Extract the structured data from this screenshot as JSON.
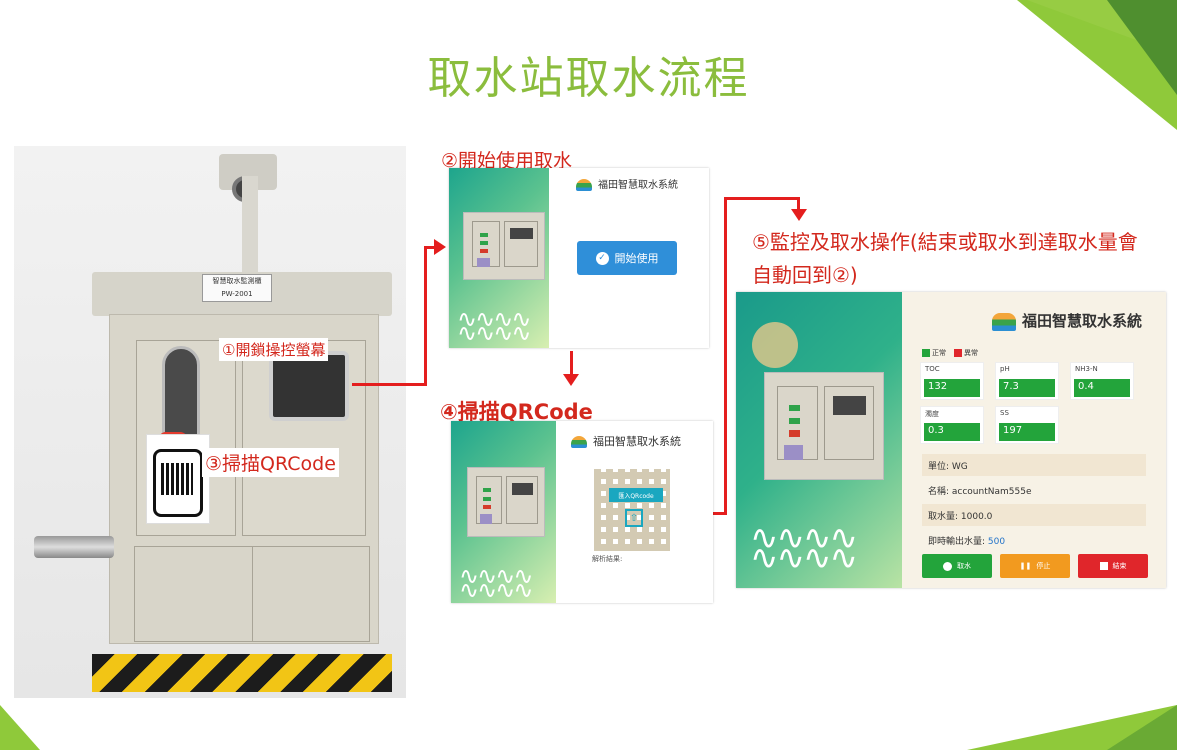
{
  "slide": {
    "title": "取水站取水流程"
  },
  "photo": {
    "plate_line1": "智慧取水監測櫃",
    "plate_line2": "PW-2001",
    "label_step1": "①開鎖操控螢幕",
    "label_step3": "③掃描QRCode"
  },
  "steps": {
    "step2": "②開始使用取水",
    "step4": "④掃描QRCode",
    "step5": "⑤監控及取水操作(結束或取水到達取水量會自動回到②)"
  },
  "app_start": {
    "system_name": "福田智慧取水系統",
    "start_button": "開始使用"
  },
  "app_scan": {
    "system_name": "福田智慧取水系統",
    "import_button": "匯入QRcode",
    "result_label": "解析結果:"
  },
  "app_monitor": {
    "system_name": "福田智慧取水系統",
    "legend": {
      "normal": "正常",
      "abnormal": "異常"
    },
    "metrics": [
      {
        "name": "TOC",
        "value": "132"
      },
      {
        "name": "pH",
        "value": "7.3"
      },
      {
        "name": "NH3-N",
        "value": "0.4"
      },
      {
        "name": "濁度",
        "value": "0.3"
      },
      {
        "name": "SS",
        "value": "197"
      }
    ],
    "unit_label": "單位: WG",
    "name_label": "名稱: accountNam555e",
    "amount_label": "取水量: 1000.0",
    "realtime_label": "即時輸出水量:",
    "realtime_value": "500",
    "btn_take": "取水",
    "btn_stop": "停止",
    "btn_end": "結束"
  },
  "colors": {
    "title_green": "#8bbd3d",
    "step_red": "#d3281d",
    "normal_green": "#23a43b",
    "abnormal_red": "#e0262b",
    "start_blue": "#2f8fd9",
    "stop_orange": "#f29a1f"
  }
}
